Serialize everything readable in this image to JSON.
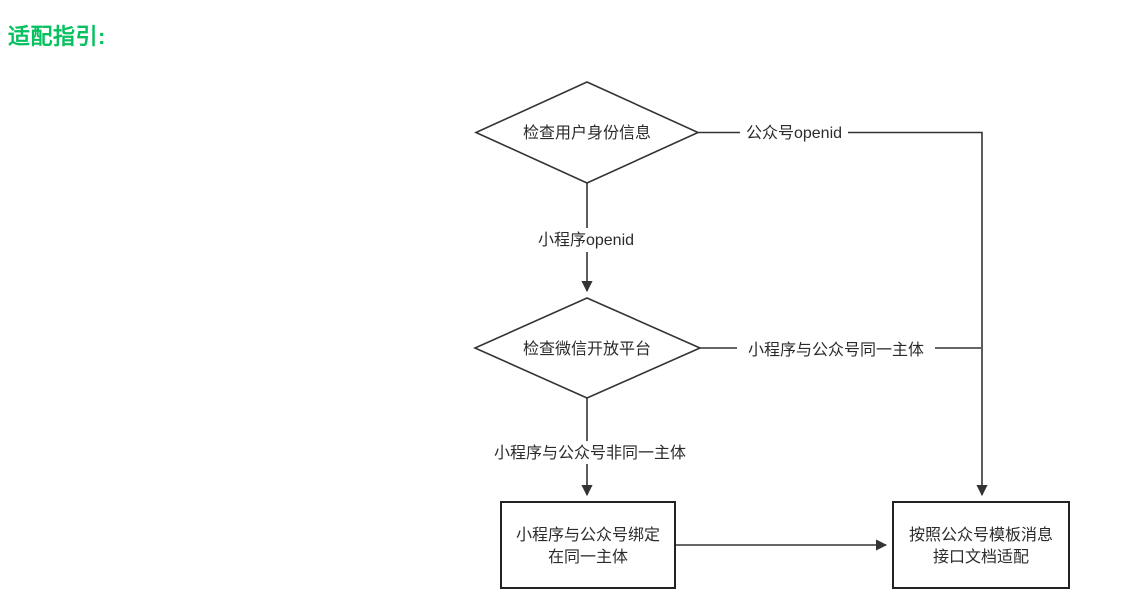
{
  "page": {
    "heading": "适配指引:",
    "heading_color": "#07C160",
    "background_color": "#ffffff"
  },
  "flowchart": {
    "stroke_color": "#333333",
    "text_color": "#2b2b2b",
    "nodes": {
      "check_user_identity": {
        "shape": "diamond",
        "label": "检查用户身份信息"
      },
      "check_open_platform": {
        "shape": "diamond",
        "label": "检查微信开放平台"
      },
      "bind_same_entity": {
        "shape": "rect",
        "line1": "小程序与公众号绑定",
        "line2": "在同一主体"
      },
      "template_message_doc": {
        "shape": "rect",
        "line1": "按照公众号模板消息",
        "line2": "接口文档适配"
      }
    },
    "edges": {
      "official_account_openid": "公众号openid",
      "miniprogram_openid": "小程序openid",
      "same_entity": "小程序与公众号同一主体",
      "not_same_entity": "小程序与公众号非同一主体"
    }
  }
}
